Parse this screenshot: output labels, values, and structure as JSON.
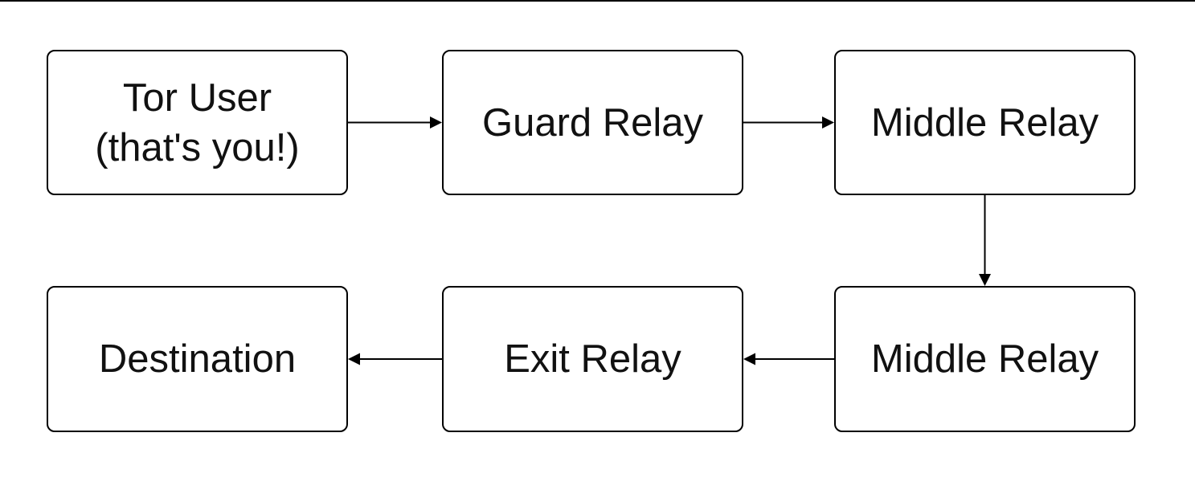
{
  "colors": {
    "background": "#ffffff",
    "node_fill": "#ffffff",
    "node_border": "#000000",
    "text": "#111111",
    "edge": "#000000"
  },
  "diagram": {
    "description_not_rendered": "",
    "nodes": {
      "tor_user": {
        "lines": [
          "Tor User",
          "(that's you!)"
        ]
      },
      "guard_relay": {
        "label": "Guard Relay"
      },
      "middle_relay_top": {
        "label": "Middle Relay"
      },
      "destination": {
        "label": "Destination"
      },
      "exit_relay": {
        "label": "Exit Relay"
      },
      "middle_relay_bottom": {
        "label": "Middle Relay"
      }
    },
    "edges": [
      {
        "from": "tor_user",
        "to": "guard_relay",
        "direction": "right"
      },
      {
        "from": "guard_relay",
        "to": "middle_relay_top",
        "direction": "right"
      },
      {
        "from": "middle_relay_top",
        "to": "middle_relay_bottom",
        "direction": "down"
      },
      {
        "from": "middle_relay_bottom",
        "to": "exit_relay",
        "direction": "left"
      },
      {
        "from": "exit_relay",
        "to": "destination",
        "direction": "left"
      }
    ]
  }
}
